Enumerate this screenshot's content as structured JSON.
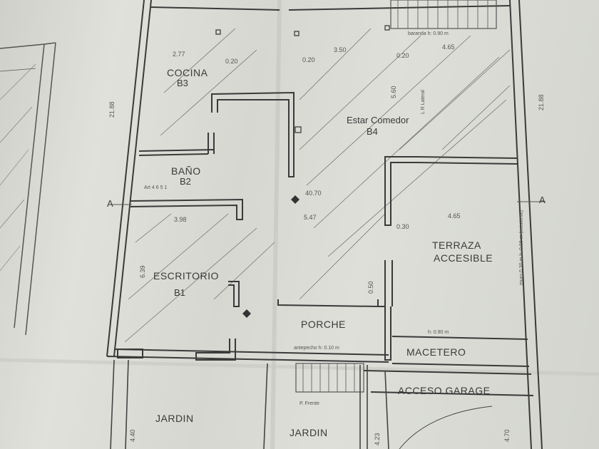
{
  "plan": {
    "rooms": {
      "cocina": "COCINA",
      "cocina_code": "B3",
      "bano": "BAÑO",
      "bano_code": "B2",
      "estar": "Estar Comedor",
      "estar_code": "B4",
      "terraza_1": "TERRAZA",
      "terraza_2": "ACCESIBLE",
      "escritorio": "ESCRITORIO",
      "escritorio_code": "B1",
      "porche": "PORCHE",
      "macetero": "MACETERO",
      "acceso": "ACCESO GARAGE",
      "jardin_left": "JARDIN",
      "jardin_center": "JARDIN"
    },
    "section_marks": {
      "left": "A",
      "right": "A"
    },
    "dimensions": {
      "d_277": "2.77",
      "d_020a": "0.20",
      "d_020b": "0.20",
      "d_350": "3.50",
      "d_020c": "0.20",
      "d_465": "4.65",
      "d_560": "5.60",
      "d_398": "3.98",
      "d_547": "5.47",
      "d_030": "0.30",
      "d_465b": "4.65",
      "level": "40.70",
      "d_050": "0.50",
      "d_639": "6.39",
      "d_2188": "21.88",
      "d_2188b": "21.88",
      "d_440": "4.40",
      "d_423": "4.23",
      "d_470": "4.70"
    },
    "notes": {
      "baranda": "baranda h: 0.90 m",
      "art": "Art 4 6 5 1",
      "lr": "L R Lateral",
      "h090": "h: 0.90 m",
      "antepecho": "antepecho h: 0.10 m",
      "pfrente": "P. Frente",
      "muro": "muro 0.30 m h: 0.90 m (existente)"
    }
  }
}
